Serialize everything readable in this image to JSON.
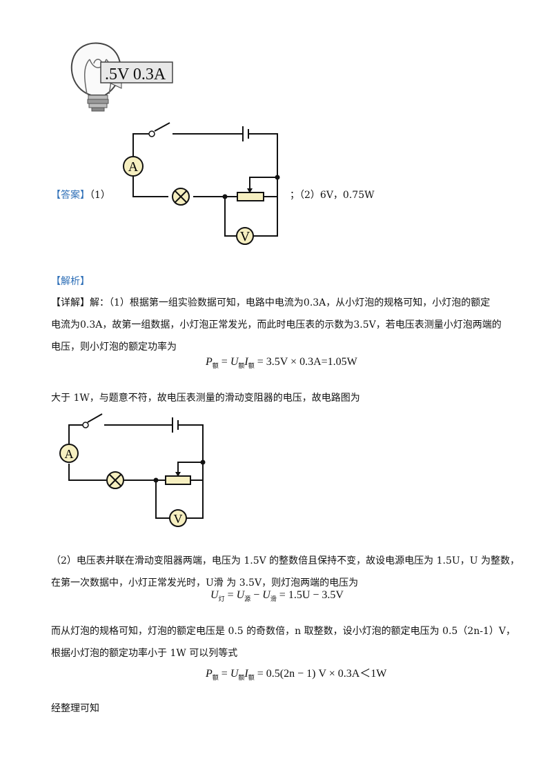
{
  "bulb_label": ".5V 0.3A",
  "answer": {
    "tag": "【答案】",
    "part1": "（1）",
    "part2": "；（2）6V，0.75W"
  },
  "analysis_tag": "【解析】",
  "detail": {
    "tag": "【详解】",
    "line1": "解：（1）根据第一组实验数据可知，电路中电流为0.3A，从小灯泡的规格可知，小灯泡的额定",
    "line2": "电流为0.3A，故第一组数据，小灯泡正常发光，而此时电压表的示数为3.5V，若电压表测量小灯泡两端的",
    "line3": "电压，则小灯泡的额定功率为"
  },
  "formula1": {
    "p": "P",
    "p_sub": "额",
    "eq1": " = ",
    "u": "U",
    "u_sub": "额",
    "i": "I",
    "i_sub": "额",
    "rest": " = 3.5V × 0.3A=1.05W"
  },
  "line4": "大于 1W，与题意不符，故电压表测量的滑动变阻器的电压，故电路图为",
  "part2": {
    "line1": "（2）电压表并联在滑动变阻器两端，电压为 1.5V 的整数倍且保持不变，故设电源电压为 1.5U，U 为整数，",
    "line2": "在第一次数据中，小灯正常发光时，U滑 为 3.5V，则灯泡两端的电压为"
  },
  "formula2": {
    "u1": "U",
    "u1_sub": "灯",
    "eq": " = ",
    "u2": "U",
    "u2_sub": "源",
    "minus": " − ",
    "u3": "U",
    "u3_sub": "滑",
    "rest": " = 1.5U − 3.5V"
  },
  "part3": {
    "line1": "而从灯泡的规格可知，灯泡的额定电压是 0.5 的奇数倍，n 取整数，设小灯泡的额定电压为 0.5（2n-1）V，",
    "line2": "根据小灯泡的额定功率小于 1W 可以列等式"
  },
  "formula3": {
    "p": "P",
    "p_sub": "额",
    "eq": " = ",
    "u": "U",
    "u_sub": "额",
    "i": "I",
    "i_sub": "额",
    "rest": " = 0.5(2n − 1) V × 0.3A＜1W"
  },
  "last_line": "经整理可知",
  "meters": {
    "ammeter": "A",
    "voltmeter": "V"
  }
}
